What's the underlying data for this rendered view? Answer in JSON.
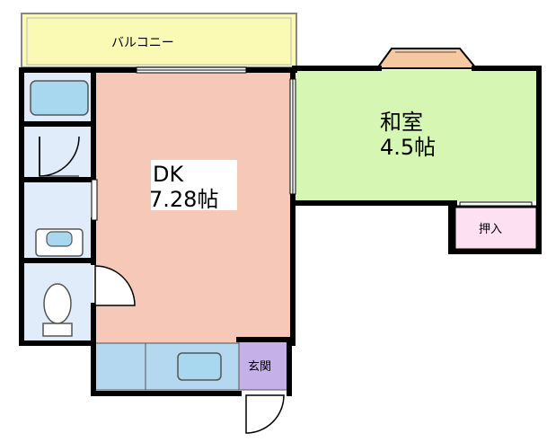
{
  "rooms": {
    "balcony": {
      "label": "バルコニー"
    },
    "dining_kitchen": {
      "name": "DK",
      "size": "7.28帖"
    },
    "japanese_room": {
      "name": "和室",
      "size": "4.5帖"
    },
    "closet": {
      "label": "押入"
    },
    "entrance": {
      "label": "玄関"
    }
  },
  "colors": {
    "wall": "#000000",
    "balcony": "#fafab4",
    "dining_kitchen": "#f5c8b8",
    "japanese_room": "#d6f7b4",
    "wet_area": "#e0ecfa",
    "bath_fixture": "#a8d8f0",
    "closet": "#fde0f2",
    "entrance": "#c6b0e8",
    "kitchen_counter": "#b4d8f0",
    "bay_window": "#f5c8a0"
  }
}
